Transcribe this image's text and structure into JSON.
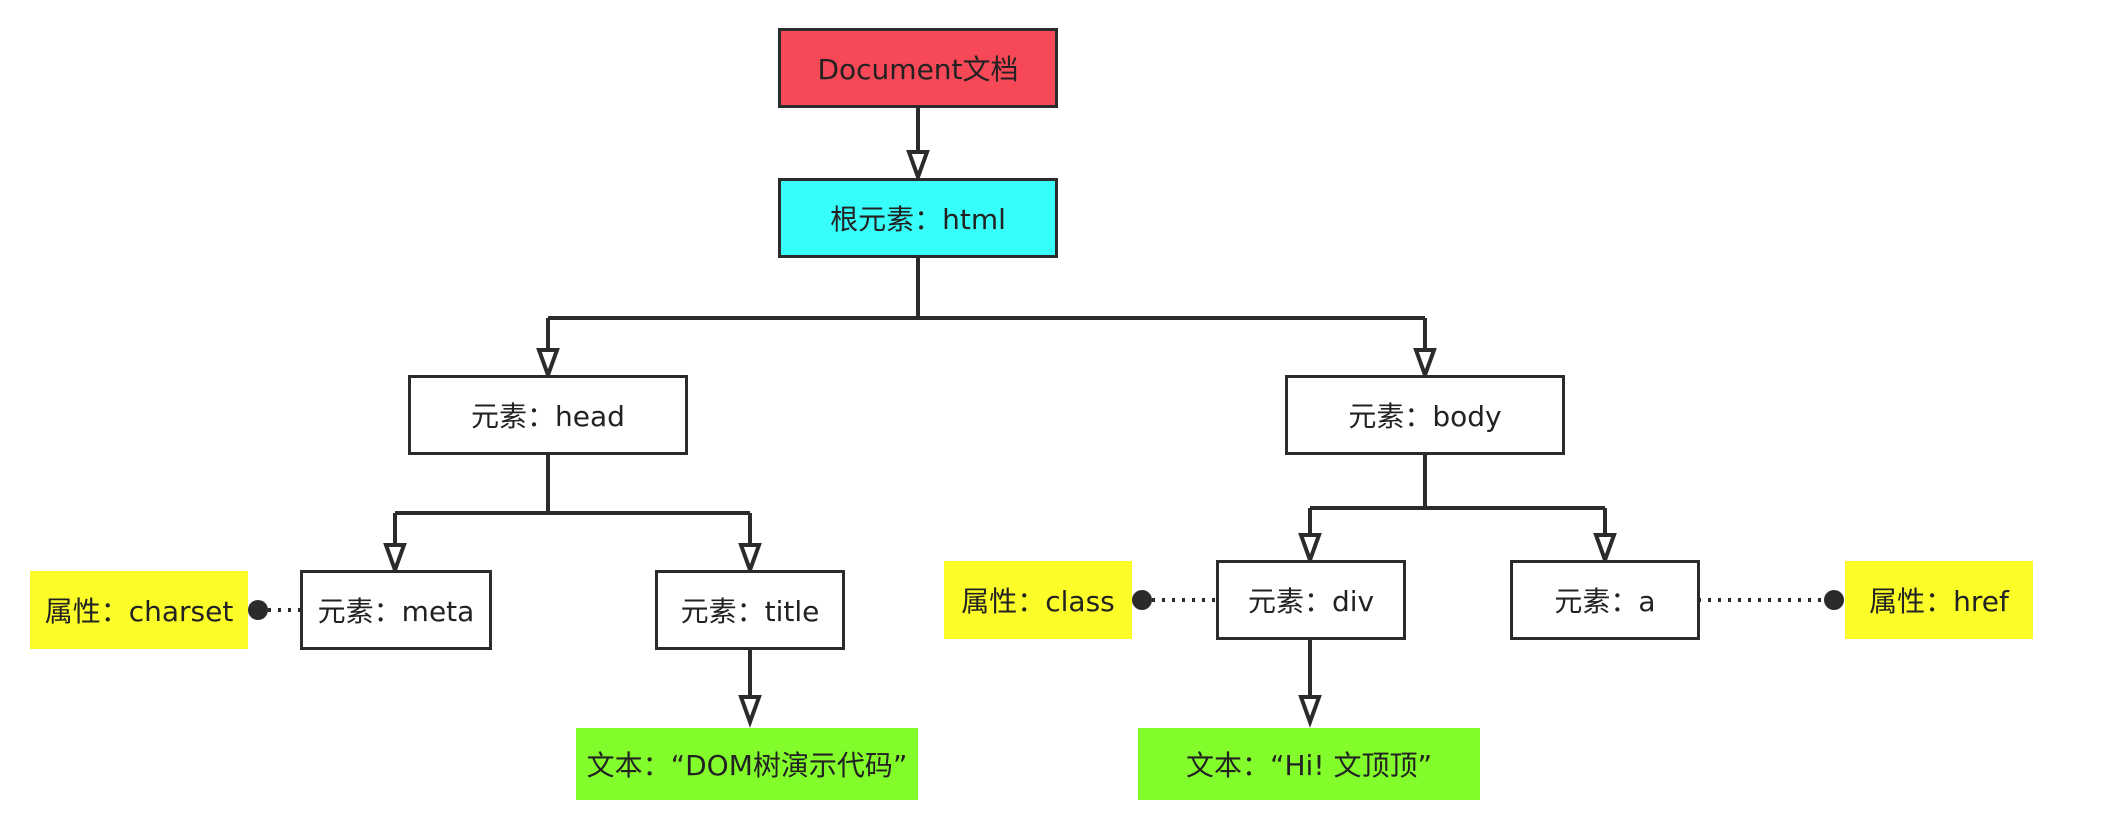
{
  "nodes": {
    "document": "Document文档",
    "root": "根元素：html",
    "head": "元素：head",
    "body": "元素：body",
    "meta": "元素：meta",
    "title": "元素：title",
    "div": "元素：div",
    "a": "元素：a",
    "attr_charset": "属性：charset",
    "attr_class": "属性：class",
    "attr_href": "属性：href",
    "text_title": "文本：“DOM树演示代码”",
    "text_div": "文本：“Hi! 文顶顶”"
  },
  "colors": {
    "document": "#f64856",
    "root": "#37fefb",
    "attribute": "#fcfd28",
    "text": "#83fc2b",
    "line": "#2b2b2b"
  }
}
